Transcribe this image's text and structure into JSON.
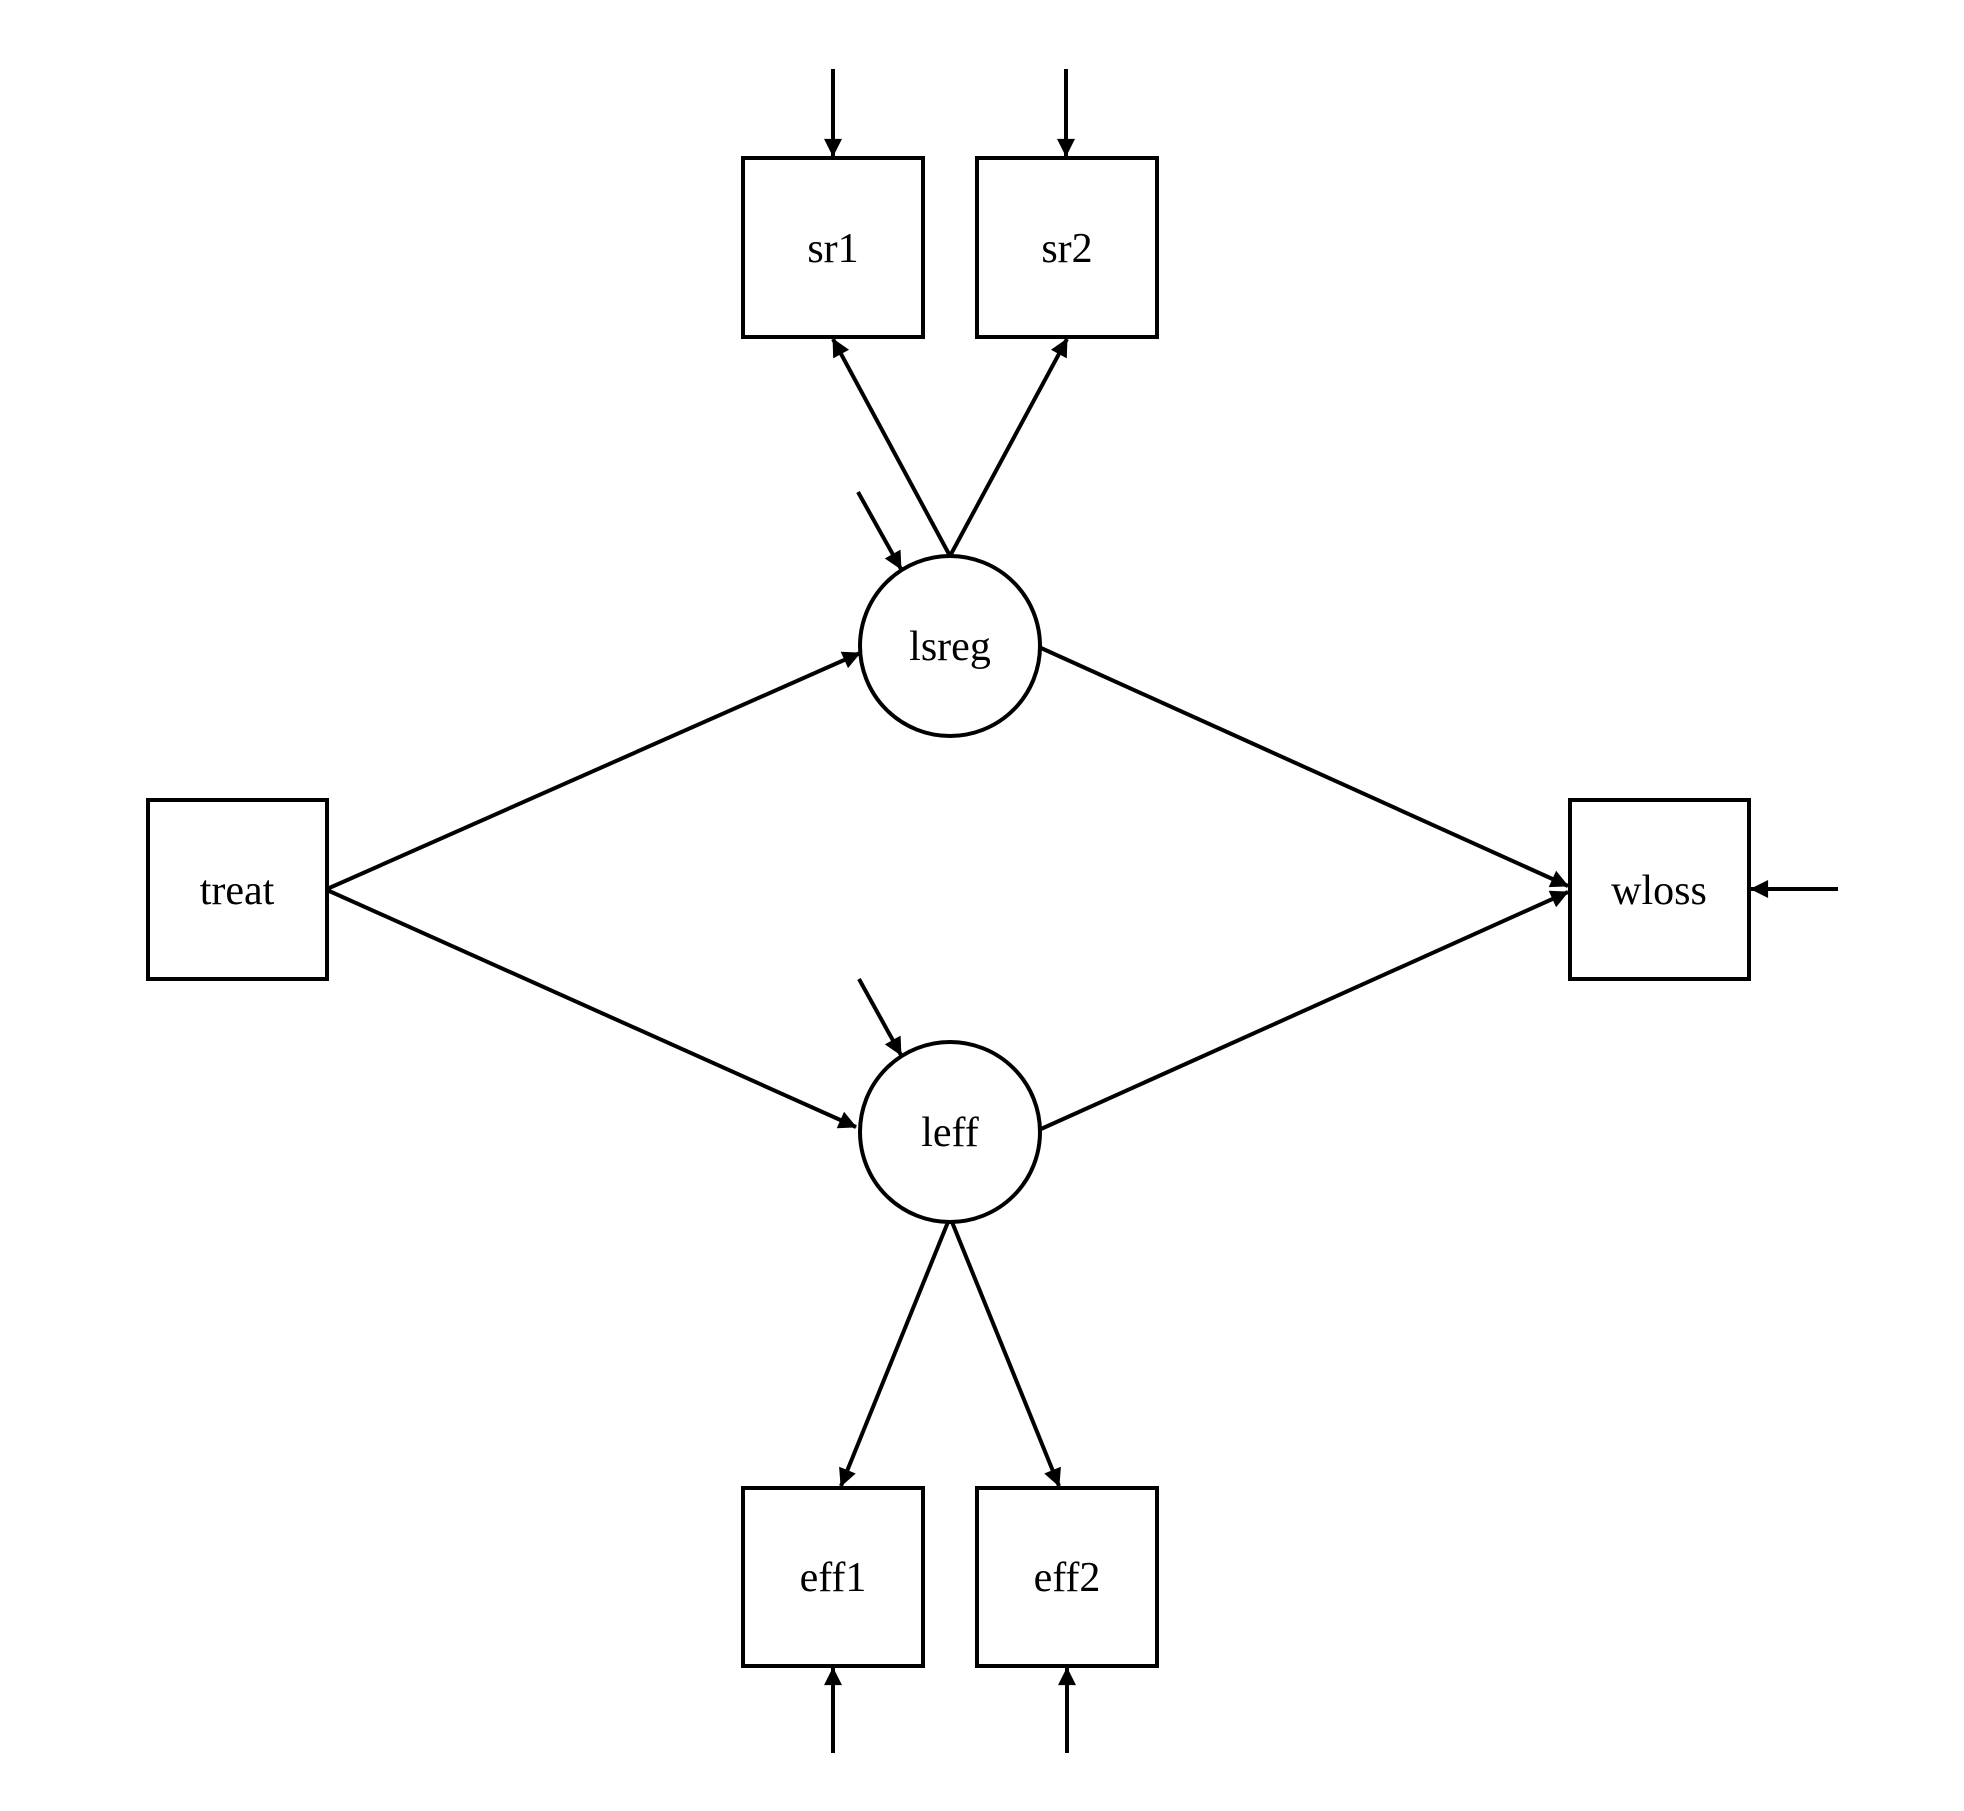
{
  "diagram": {
    "kind": "sem-path-diagram",
    "background_color": "#ffffff",
    "line_color": "#000000",
    "nodes": {
      "sr1": {
        "label": "sr1",
        "shape": "rectangle"
      },
      "sr2": {
        "label": "sr2",
        "shape": "rectangle"
      },
      "lsreg": {
        "label": "lsreg",
        "shape": "circle"
      },
      "treat": {
        "label": "treat",
        "shape": "rectangle"
      },
      "wloss": {
        "label": "wloss",
        "shape": "rectangle"
      },
      "leff": {
        "label": "leff",
        "shape": "circle"
      },
      "eff1": {
        "label": "eff1",
        "shape": "rectangle"
      },
      "eff2": {
        "label": "eff2",
        "shape": "rectangle"
      }
    },
    "edges": [
      {
        "from": "lsreg",
        "to": "sr1",
        "type": "path"
      },
      {
        "from": "lsreg",
        "to": "sr2",
        "type": "path"
      },
      {
        "from": "treat",
        "to": "lsreg",
        "type": "path"
      },
      {
        "from": "treat",
        "to": "leff",
        "type": "path"
      },
      {
        "from": "lsreg",
        "to": "wloss",
        "type": "path"
      },
      {
        "from": "leff",
        "to": "wloss",
        "type": "path"
      },
      {
        "from": "leff",
        "to": "eff1",
        "type": "path"
      },
      {
        "from": "leff",
        "to": "eff2",
        "type": "path"
      },
      {
        "from": "",
        "to": "sr1",
        "type": "error-arrow"
      },
      {
        "from": "",
        "to": "sr2",
        "type": "error-arrow"
      },
      {
        "from": "",
        "to": "lsreg",
        "type": "error-arrow"
      },
      {
        "from": "",
        "to": "wloss",
        "type": "error-arrow"
      },
      {
        "from": "",
        "to": "leff",
        "type": "error-arrow"
      },
      {
        "from": "",
        "to": "eff1",
        "type": "error-arrow"
      },
      {
        "from": "",
        "to": "eff2",
        "type": "error-arrow"
      }
    ]
  }
}
